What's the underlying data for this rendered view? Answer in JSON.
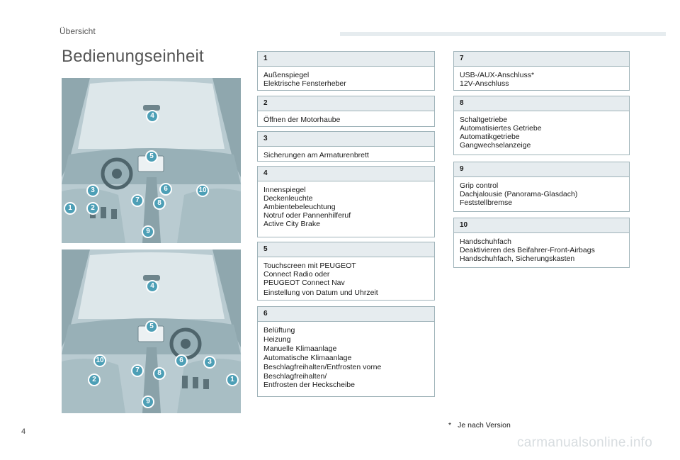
{
  "header": {
    "section": "Übersicht"
  },
  "page_title": "Bedienungseinheit",
  "markers": {
    "m1": "1",
    "m2": "2",
    "m3": "3",
    "m4": "4",
    "m5": "5",
    "m6": "6",
    "m7": "7",
    "m8": "8",
    "m9": "9",
    "m10": "10"
  },
  "boxes": [
    {
      "number": "1",
      "lines": [
        "Außenspiegel",
        "Elektrische Fensterheber"
      ]
    },
    {
      "number": "2",
      "lines": [
        "Öffnen der Motorhaube"
      ]
    },
    {
      "number": "3",
      "lines": [
        "Sicherungen am Armaturenbrett"
      ]
    },
    {
      "number": "4",
      "lines": [
        "Innenspiegel",
        "Deckenleuchte",
        "Ambientebeleuchtung",
        "Notruf oder Pannenhilferuf",
        "Active City Brake"
      ]
    },
    {
      "number": "5",
      "lines": [
        "Touchscreen mit PEUGEOT",
        "Connect Radio oder",
        "PEUGEOT Connect Nav",
        "Einstellung von Datum und Uhrzeit"
      ]
    },
    {
      "number": "6",
      "lines": [
        "Belüftung",
        "Heizung",
        "Manuelle Klimaanlage",
        "Automatische Klimaanlage",
        "Beschlagfreihalten/Entfrosten vorne",
        "Beschlagfreihalten/",
        "Entfrosten der Heckscheibe"
      ]
    },
    {
      "number": "7",
      "lines": [
        "USB-/AUX-Anschluss*",
        "12V-Anschluss"
      ]
    },
    {
      "number": "8",
      "lines": [
        "Schaltgetriebe",
        "Automatisiertes Getriebe",
        "Automatikgetriebe",
        "Gangwechselanzeige"
      ]
    },
    {
      "number": "9",
      "lines": [
        "Grip control",
        "Dachjalousie (Panorama-Glasdach)",
        "Feststellbremse"
      ]
    },
    {
      "number": "10",
      "lines": [
        "Handschuhfach",
        "Deaktivieren des Beifahrer-Front-Airbags",
        "Handschuhfach, Sicherungskasten"
      ]
    }
  ],
  "footnote": {
    "star": "*",
    "text": "Je nach Version"
  },
  "page_number": "4",
  "watermark": "carmanualsonline.info",
  "colors": {
    "accent": "#4d9fb6",
    "box_header": "#e6ecef",
    "border": "#9fb3b9"
  }
}
